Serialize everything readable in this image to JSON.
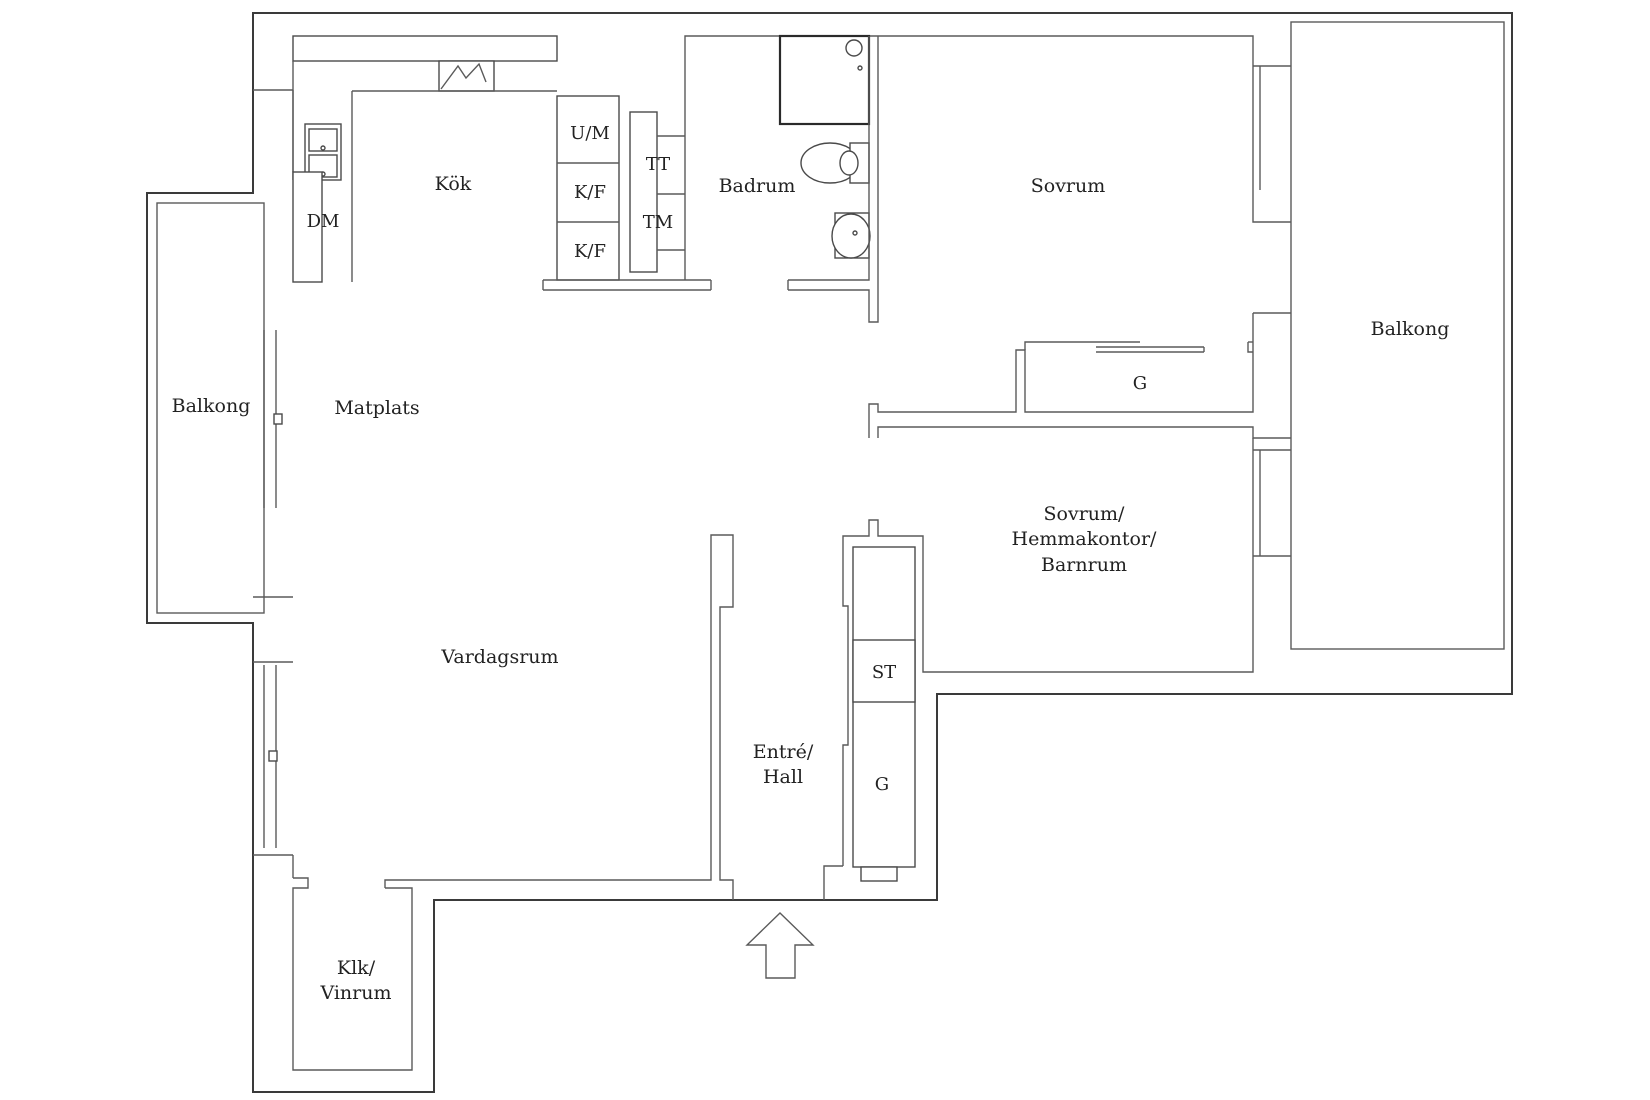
{
  "rooms": {
    "kok": "Kök",
    "badrum": "Badrum",
    "sovrum": "Sovrum",
    "balkong_left": "Balkong",
    "balkong_right": "Balkong",
    "matplats": "Matplats",
    "vardagsrum": "Vardagsrum",
    "sovrum2_line1": "Sovrum/",
    "sovrum2_line2": "Hemmakontor/",
    "sovrum2_line3": "Barnrum",
    "entre_line1": "Entré/",
    "entre_line2": "Hall",
    "klk_line1": "Klk/",
    "klk_line2": "Vinrum"
  },
  "fixtures": {
    "um": "U/M",
    "kf1": "K/F",
    "kf2": "K/F",
    "dm": "DM",
    "tt": "TT",
    "tm": "TM",
    "g_closet_bedroom": "G",
    "st": "ST",
    "g_hall": "G"
  }
}
